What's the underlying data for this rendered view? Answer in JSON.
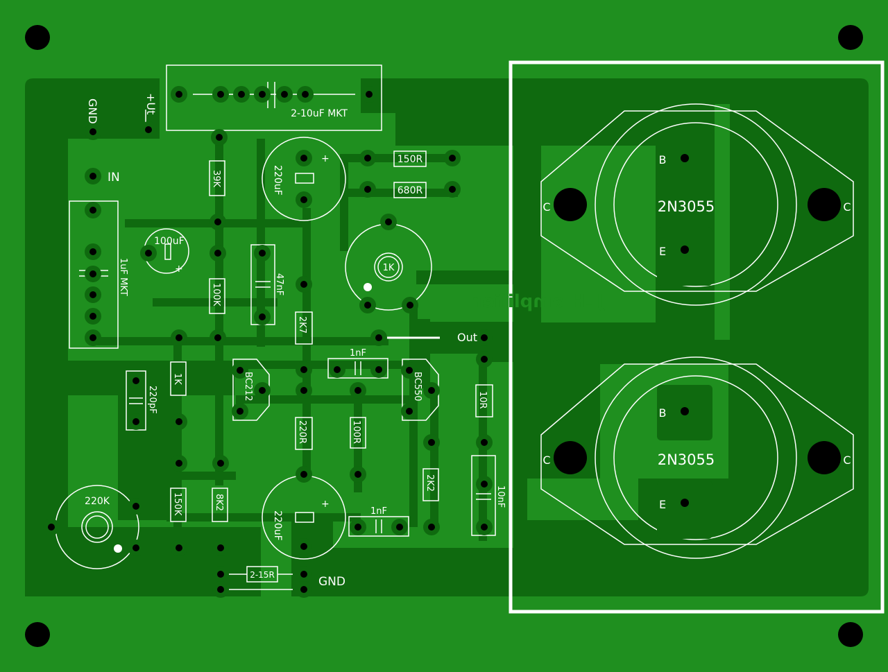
{
  "labels": {
    "gnd_top": "GND",
    "vcc": "+Ut",
    "cap_input_top": "2-10uF MKT",
    "in": "IN",
    "r_39k": "39K",
    "c_220uf_top": "220uF",
    "r_150r": "150R",
    "r_680r": "680R",
    "c_100uf": "100uF",
    "c_1uf_mkt": "1uF MKT",
    "r_100k": "100K",
    "c_47nf": "47nF",
    "pot_1k": "1K",
    "title_mirrored": "JLH amplifier",
    "r_2k7": "2K7",
    "out": "Out",
    "c_1nf_mid": "1nF",
    "q_bc212": "BC212",
    "q_bc550": "BC550",
    "r_1k": "1K",
    "c_220pf": "220pF",
    "r_220r": "220R",
    "r_100r": "100R",
    "r_10r": "10R",
    "pot_220k": "220K",
    "r_150k": "150K",
    "r_8k2": "8K2",
    "c_220uf_bottom": "220uF",
    "c_1nf_bottom": "1nF",
    "r_2k2": "2K2",
    "c_10nf": "10nF",
    "r_2_15r": "2-15R",
    "gnd_bottom": "GND",
    "plus": "+",
    "q1_name": "2N3055",
    "q2_name": "2N3055",
    "pin_b": "B",
    "pin_c": "C",
    "pin_e": "E"
  },
  "colors": {
    "board": "#1f8f1f",
    "copper": "#0f6a0f",
    "silkscreen": "#ffffff",
    "hole": "#000000"
  }
}
